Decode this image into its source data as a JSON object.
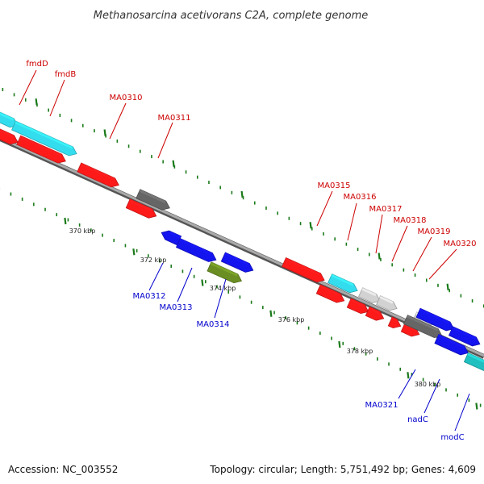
{
  "title": "Methanosarcina acetivorans C2A, complete genome",
  "footer": {
    "accession": "Accession: NC_003552",
    "summary": "Topology: circular; Length: 5,751,492 bp; Genes: 4,609"
  },
  "colors": {
    "forward_label": "#cc0000",
    "reverse_label": "#0000cc",
    "backbone": "#8a8a8a",
    "tick": "#1a7a1a",
    "red": "#ff1a1a",
    "cyan": "#33ddee",
    "gray": "#666666",
    "lightgray": "#d2d2d2",
    "blue": "#1414ee",
    "olive": "#6b8e23",
    "teal": "#20c0c0"
  },
  "tick_labels": [
    "370 kbp",
    "372 kbp",
    "374 kbp",
    "376 kbp",
    "378 kbp",
    "380 kbp"
  ],
  "forward_labels": [
    "fmdD",
    "fmdB",
    "MA0310",
    "MA0311",
    "MA0315",
    "MA0316",
    "MA0317",
    "MA0318",
    "MA0319",
    "MA0320"
  ],
  "reverse_labels": [
    "MA0312",
    "MA0313",
    "MA0314",
    "MA0321",
    "nadC",
    "modC"
  ]
}
